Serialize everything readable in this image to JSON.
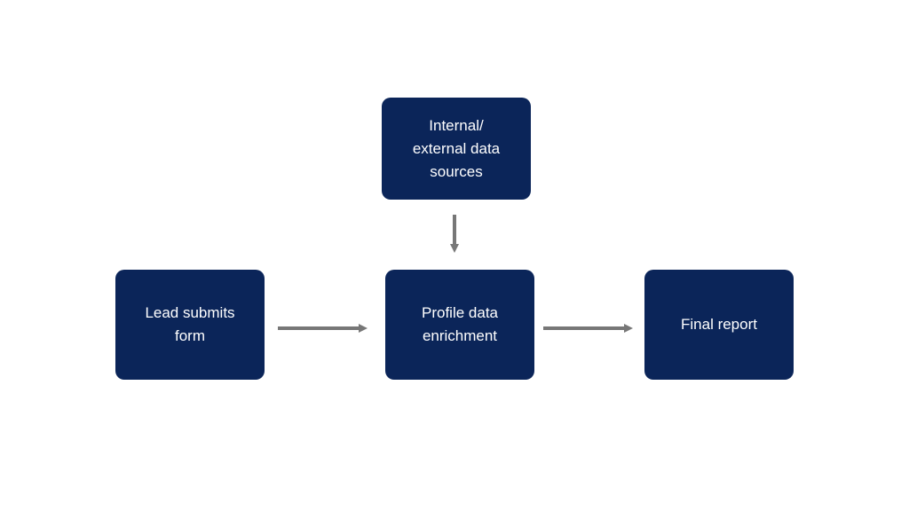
{
  "colors": {
    "node_fill": "#0b2559",
    "node_text": "#ffffff",
    "arrow": "#777777",
    "background": "#ffffff"
  },
  "nodes": {
    "sources": "Internal/ external data sources",
    "lead": "Lead submits form",
    "profile": "Profile data enrichment",
    "report": "Final report"
  }
}
